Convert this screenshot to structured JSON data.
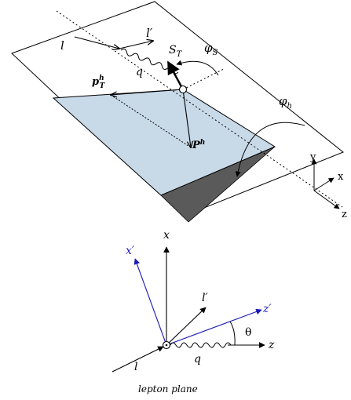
{
  "top_diagram": {
    "labels": {
      "l": "l",
      "l_prime": "l′",
      "q": "q",
      "S_T": "S",
      "S_T_sub": "T",
      "phi_S": "φ",
      "phi_S_sub": "S",
      "phi_h": "φ",
      "phi_h_sub": "h",
      "p_T_h": "p",
      "p_T_h_sup": "h",
      "p_T_h_sub": "T",
      "P_h": "P",
      "P_h_sup": "h",
      "axis_y": "y",
      "axis_x": "x",
      "axis_z": "z"
    },
    "colors": {
      "hadron_plane": "#c8d9e8",
      "shadow": "#5a5a5a",
      "lines": "#000000"
    }
  },
  "bottom_diagram": {
    "labels": {
      "x": "x",
      "x_prime": "x′",
      "l_prime": "l′",
      "z_prime": "z′",
      "theta": "θ",
      "z": "z",
      "l": "l",
      "q": "q",
      "caption": "lepton plane"
    },
    "colors": {
      "primed_axes": "#1a1ab8",
      "lines": "#000000"
    }
  }
}
